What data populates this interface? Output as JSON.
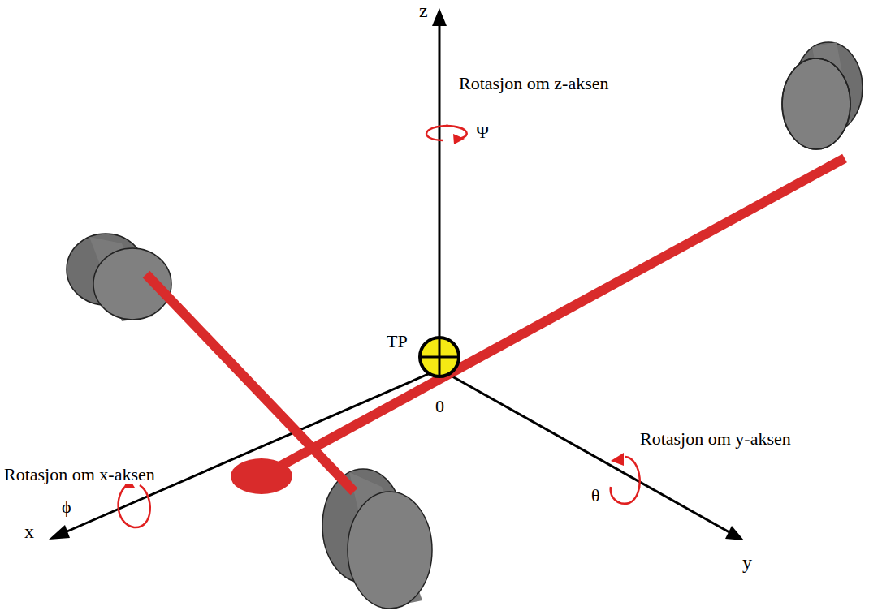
{
  "diagram": {
    "labels": [
      "z",
      "Rotasjon om z-aksen",
      "Ψ",
      "TP",
      "0",
      "Rotasjon om x-aksen",
      "ϕ",
      "x",
      "Rotasjon om y-aksen",
      "θ",
      "y"
    ]
  }
}
